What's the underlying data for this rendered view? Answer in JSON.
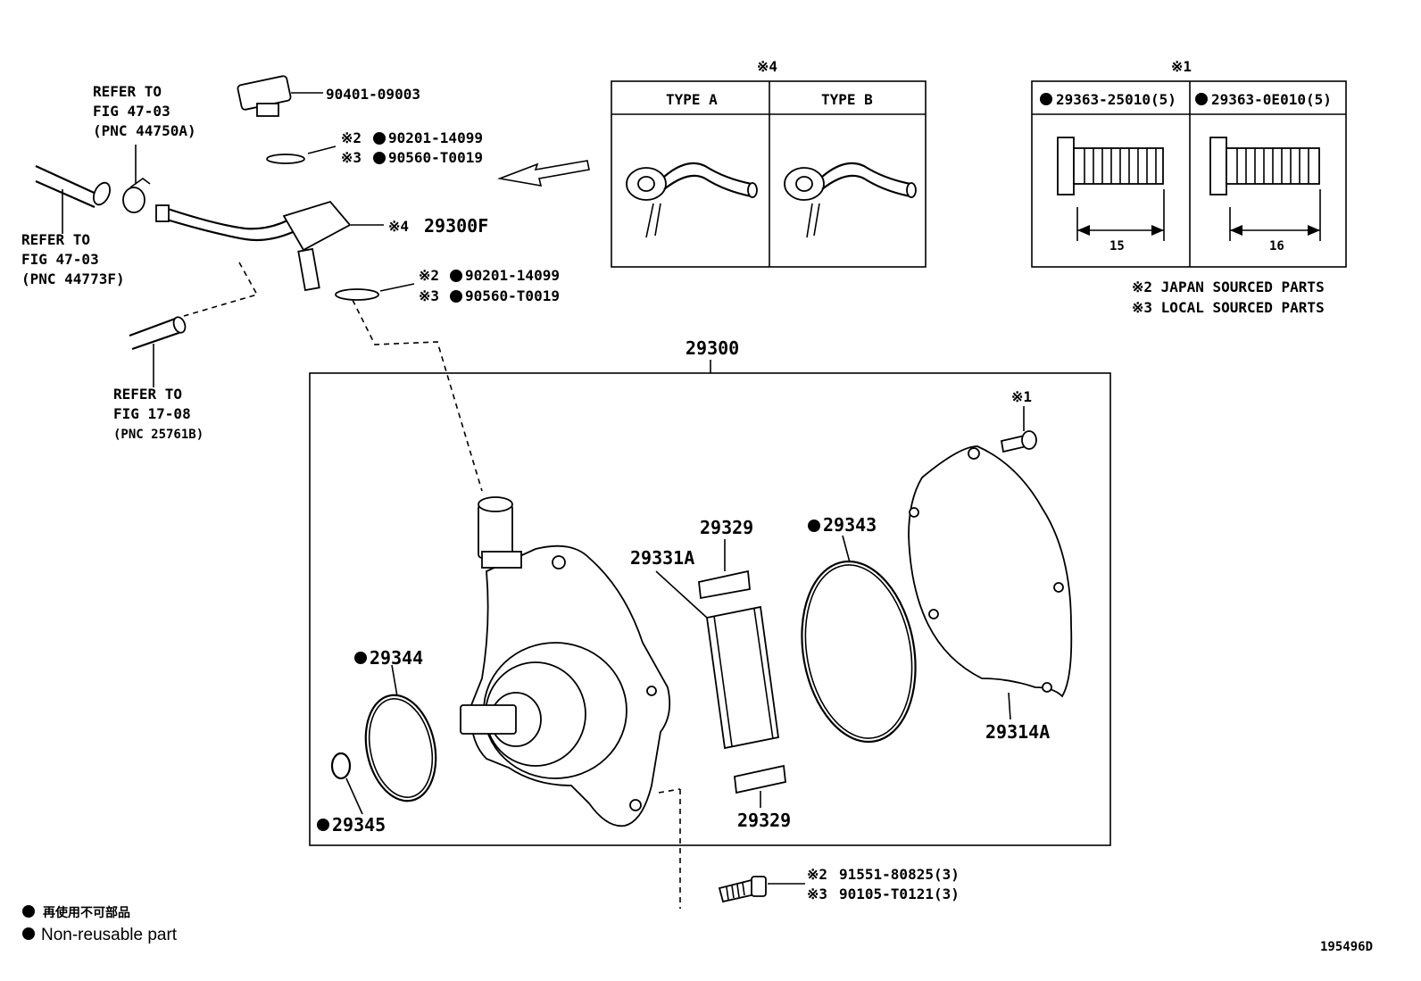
{
  "refs": {
    "fig_47_03_a": [
      "REFER TO",
      "FIG 47-03",
      "(PNC 44750A)"
    ],
    "fig_47_03_b": [
      "REFER TO",
      "FIG 47-03",
      "(PNC 44773F)"
    ],
    "fig_17_08": [
      "REFER TO",
      "FIG 17-08",
      "(PNC 25761B)"
    ]
  },
  "labels": {
    "plug": "90401-09003",
    "gasket_top_1": "90201-14099",
    "gasket_top_2": "90560-T0019",
    "gasket_bot_1": "90201-14099",
    "gasket_bot_2": "90560-T0019",
    "mark2": "※2",
    "mark3": "※3",
    "mark4": "※4",
    "mark1": "※1",
    "union": "29300F",
    "assembly": "29300",
    "vane_top": "29329",
    "vane_bottom": "29329",
    "rotor": "29331A",
    "oring_large": "29343",
    "oring_left": "29344",
    "oring_small": "29345",
    "cover": "29314A",
    "bolt_1": "91551-80825(3)",
    "bolt_2": "90105-T0121(3)"
  },
  "inset_type": {
    "title": "※4",
    "col_a": "TYPE A",
    "col_b": "TYPE B"
  },
  "inset_bolt": {
    "title": "※1",
    "col_a": "29363-25010(5)",
    "col_b": "29363-0E010(5)",
    "dim_a": "15",
    "dim_b": "16"
  },
  "notes": {
    "japan": "※2 JAPAN SOURCED PARTS",
    "local": "※3 LOCAL SOURCED PARTS"
  },
  "legend": {
    "jp": "再使用不可部品",
    "en": "Non-reusable part"
  },
  "figure_id": "195496D"
}
